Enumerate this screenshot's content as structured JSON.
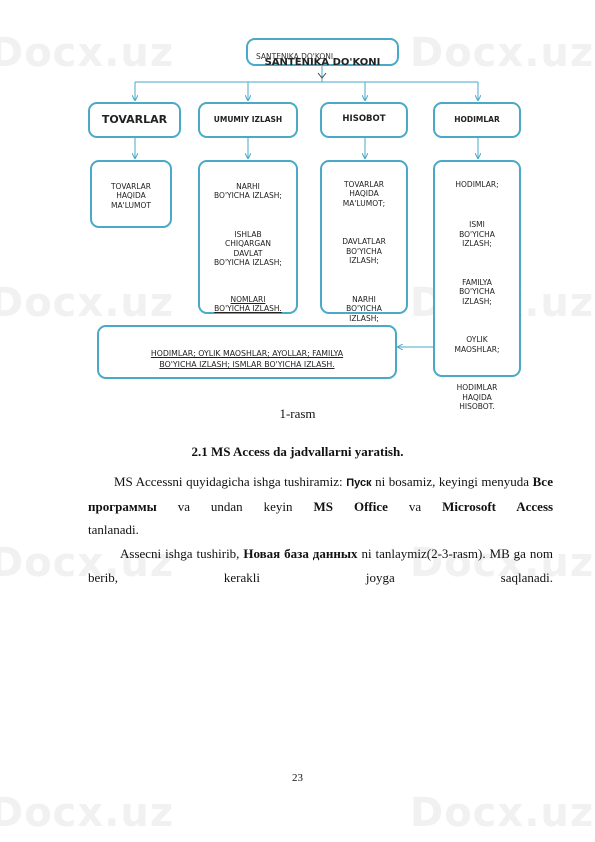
{
  "watermark": "Docx.uz",
  "diagram": {
    "root": "SANTENIKA DO'KONI",
    "root_shadow": "SANTENIKA DO'KONI",
    "headers": [
      "TOVARLAR",
      "UMUMIY IZLASH",
      "HISOBOT",
      "HODIMLAR"
    ],
    "tovarlar_box": "TOVARLAR\nHAQIDA\nMA'LUMOT",
    "umumiy_box": [
      "NARHI\nBO'YICHA IZLASH;",
      "ISHLAB\nCHIQARGAN\nDAVLAT\nBO'YICHA IZLASH;",
      "NOMLARI\nBO'YICHA IZLASH."
    ],
    "hisobot_box": [
      "TOVARLAR\nHAQIDA\nMA'LUMOT;",
      "DAVLATLAR\nBO'YICHA\nIZLASH;",
      "NARHI\nBO'YICHA\nIZLASH;"
    ],
    "hodimlar_box": [
      "HODIMLAR;",
      "ISMI\nBO'YICHA\nIZLASH;",
      "FAMILYA\nBO'YICHA\nIZLASH;",
      "OYLIK\nMAOSHLAR;",
      "HODIMLAR\nHAQIDA\nHISOBOT."
    ],
    "bottom_box": "HODIMLAR; OYLIK MAOSHLAR; AYOLLAR; FAMILYA\nBO'YICHA IZLASH; ISMLAR BO'YICHA IZLASH."
  },
  "caption": "1-rasm",
  "heading": "2.1 MS Access da jadvallarni yaratish.",
  "para1": {
    "t1": "MS Accessni quyidagicha ishga tushiramiz:",
    "b1": "Пуск",
    "t2": "ni bosamiz, keyingi menyuda",
    "b2": "Все программы",
    "t3": "va undan keyin",
    "b3": "MS Office",
    "t4": "va",
    "b4": "Microsoft Access",
    "t5": "tanlanadi."
  },
  "para2": {
    "t1": "Assecni ishga tushirib,",
    "b1": "Новая база данных",
    "t2": "ni tanlaymiz(2-3-rasm). MB ga nom berib, kerakli joyga saqlanadi."
  },
  "page_number": "23"
}
